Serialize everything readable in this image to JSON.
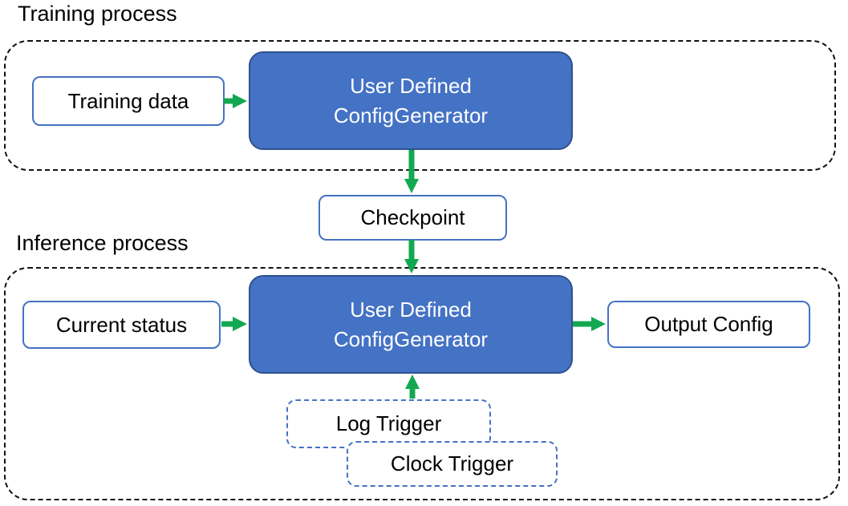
{
  "colors": {
    "generator_fill": "#4472C4",
    "generator_border": "#2F528F",
    "io_box_border": "#4472C4",
    "trigger_dash_border": "#4472C4",
    "arrow_green": "#12A851",
    "container_dash": "#111111",
    "text_dark": "#000000",
    "text_light": "#FFFFFF"
  },
  "generator": {
    "line1": "User Defined",
    "line2": "ConfigGenerator"
  },
  "training": {
    "section_label": "Training process",
    "input_label": "Training data"
  },
  "checkpoint_label": "Checkpoint",
  "inference": {
    "section_label": "Inference process",
    "input_label": "Current status",
    "output_label": "Output Config",
    "log_trigger_label": "Log Trigger",
    "clock_trigger_label": "Clock Trigger"
  },
  "edges": [
    {
      "from": "Training data",
      "to": "User Defined ConfigGenerator (training)",
      "direction": "right"
    },
    {
      "from": "User Defined ConfigGenerator (training)",
      "to": "Checkpoint",
      "direction": "down"
    },
    {
      "from": "Checkpoint",
      "to": "User Defined ConfigGenerator (inference)",
      "direction": "down"
    },
    {
      "from": "Current status",
      "to": "User Defined ConfigGenerator (inference)",
      "direction": "right"
    },
    {
      "from": "User Defined ConfigGenerator (inference)",
      "to": "Output Config",
      "direction": "right"
    },
    {
      "from": "Log Trigger",
      "to": "User Defined ConfigGenerator (inference)",
      "direction": "up"
    }
  ]
}
